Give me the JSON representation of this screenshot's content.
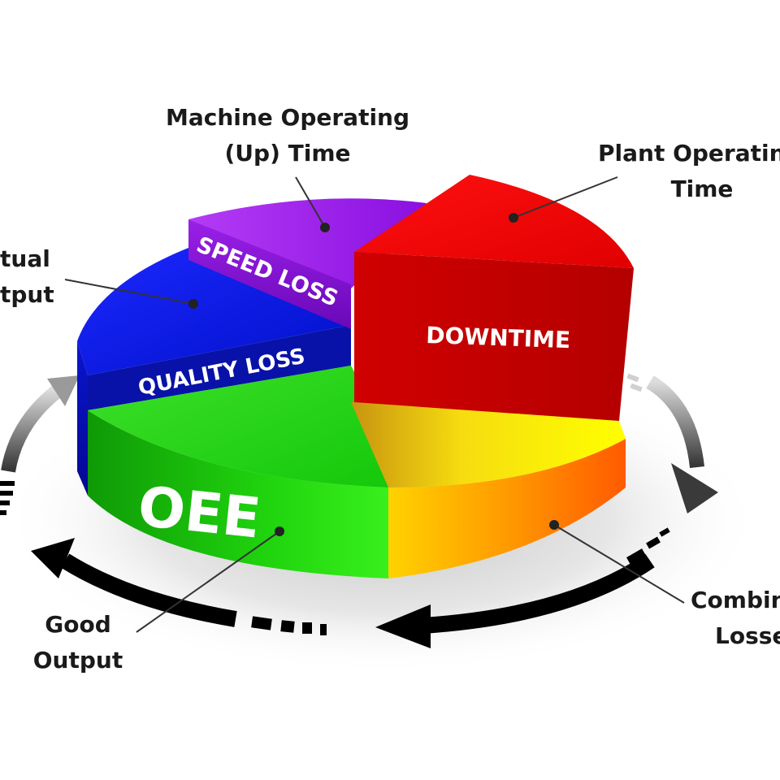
{
  "segments": {
    "downtime": {
      "label": "DOWNTIME",
      "color": "#e00000"
    },
    "speed_loss": {
      "label": "SPEED LOSS",
      "color": "#9b1de8"
    },
    "quality_loss": {
      "label": "QUALITY LOSS",
      "color": "#0a14e6"
    },
    "oee": {
      "label": "OEE",
      "color": "#22d010"
    },
    "combined": {
      "color": "#ffee00"
    }
  },
  "callouts": {
    "machine_operating": {
      "line1": "Machine Operating",
      "line2": "(Up) Time"
    },
    "plant_operating": {
      "line1": "Plant Operatin",
      "line2": "Time"
    },
    "actual_output": {
      "line1": "tual",
      "line2": "tput"
    },
    "good_output": {
      "line1": "Good",
      "line2": "Output"
    },
    "combined_losses": {
      "line1": "Combin",
      "line2": "Losse"
    }
  }
}
